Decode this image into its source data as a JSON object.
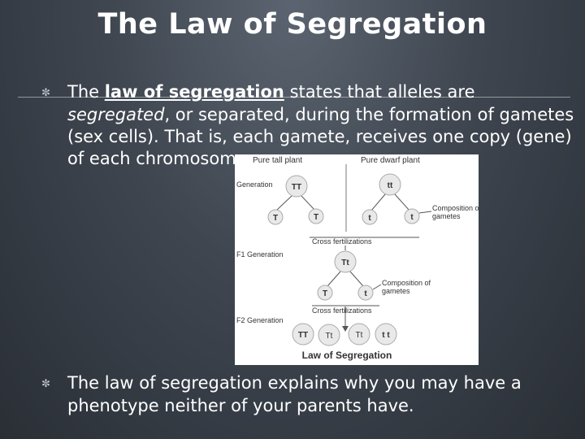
{
  "slide": {
    "title": "The Law of Segregation",
    "bullet1": {
      "pre": "The ",
      "link": "law of segregation",
      "mid": " states that alleles are ",
      "em": "segregated",
      "post": ", or separated, during the formation of gametes (sex cells). That is, each gamete, receives one copy (gene) of each chromosome."
    },
    "bullet2": "The law of segregation explains why you may have a phenotype neither of your parents have."
  },
  "diagram": {
    "pure_tall": "Pure tall plant",
    "pure_dwarf": "Pure dwarf plant",
    "generation": "Generation",
    "composition_gametes": "Composition of gametes",
    "cross_fertilizations": "Cross fertilizations",
    "f1_generation": "F1 Generation",
    "f2_generation": "F2 Generation",
    "caption": "Law of Segregation",
    "parent1": "TT",
    "parent2": "tt",
    "p1_gametes": [
      "T",
      "T"
    ],
    "p2_gametes": [
      "t",
      "t"
    ],
    "f1": "Tt",
    "f1_gametes": [
      "T",
      "t"
    ],
    "f2": [
      "TT",
      "Tt",
      "Tt",
      "t t"
    ]
  }
}
